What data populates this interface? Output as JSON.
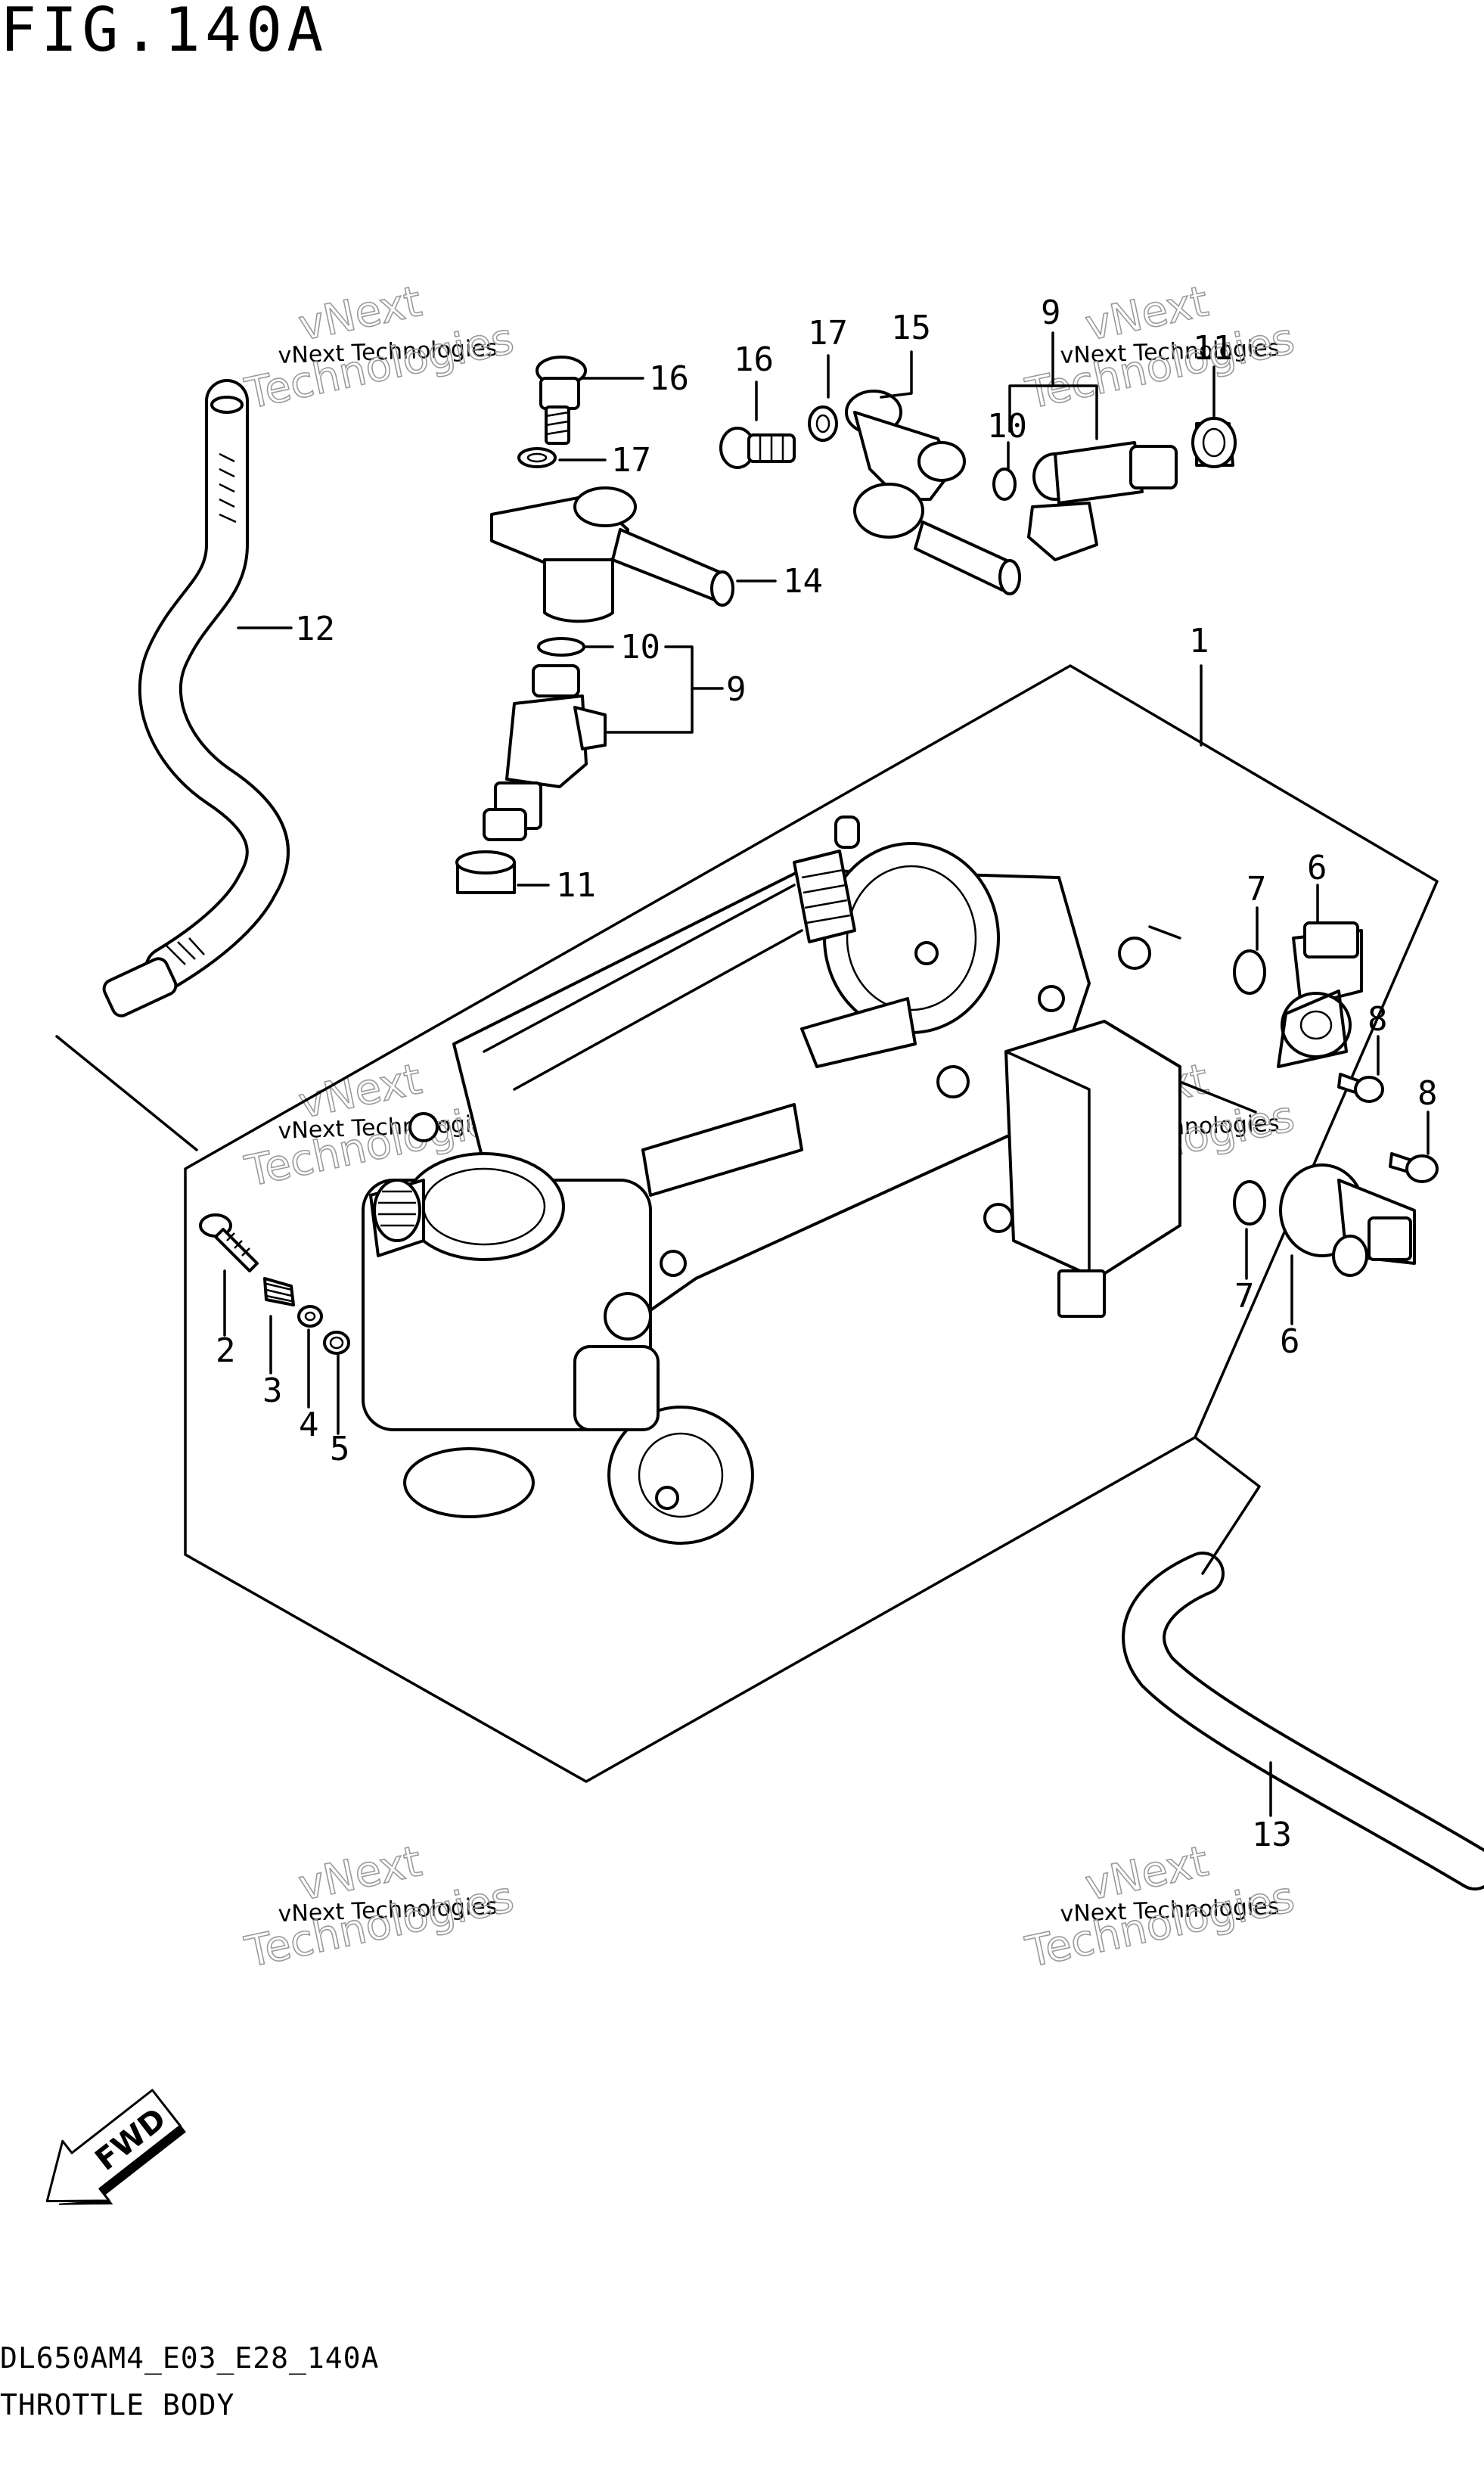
{
  "figure": {
    "title": "FIG.140A"
  },
  "callouts": [
    {
      "id": "1",
      "text": "1"
    },
    {
      "id": "2",
      "text": "2"
    },
    {
      "id": "3",
      "text": "3"
    },
    {
      "id": "4",
      "text": "4"
    },
    {
      "id": "5",
      "text": "5"
    },
    {
      "id": "6a",
      "text": "6"
    },
    {
      "id": "6b",
      "text": "6"
    },
    {
      "id": "7a",
      "text": "7"
    },
    {
      "id": "7b",
      "text": "7"
    },
    {
      "id": "8a",
      "text": "8"
    },
    {
      "id": "8b",
      "text": "8"
    },
    {
      "id": "9a",
      "text": "9"
    },
    {
      "id": "9b",
      "text": "9"
    },
    {
      "id": "10a",
      "text": "10"
    },
    {
      "id": "10b",
      "text": "10"
    },
    {
      "id": "11a",
      "text": "11"
    },
    {
      "id": "11b",
      "text": "11"
    },
    {
      "id": "12",
      "text": "12"
    },
    {
      "id": "13",
      "text": "13"
    },
    {
      "id": "14",
      "text": "14"
    },
    {
      "id": "15",
      "text": "15"
    },
    {
      "id": "16a",
      "text": "16"
    },
    {
      "id": "16b",
      "text": "16"
    },
    {
      "id": "17a",
      "text": "17"
    },
    {
      "id": "17b",
      "text": "17"
    }
  ],
  "watermark": {
    "small": "vNext Technologies",
    "big_line1": "vNext",
    "big_line2": "Technologies"
  },
  "fwd_label": "FWD",
  "footer": {
    "code": "DL650AM4_E03_E28_140A",
    "title": "THROTTLE BODY"
  }
}
